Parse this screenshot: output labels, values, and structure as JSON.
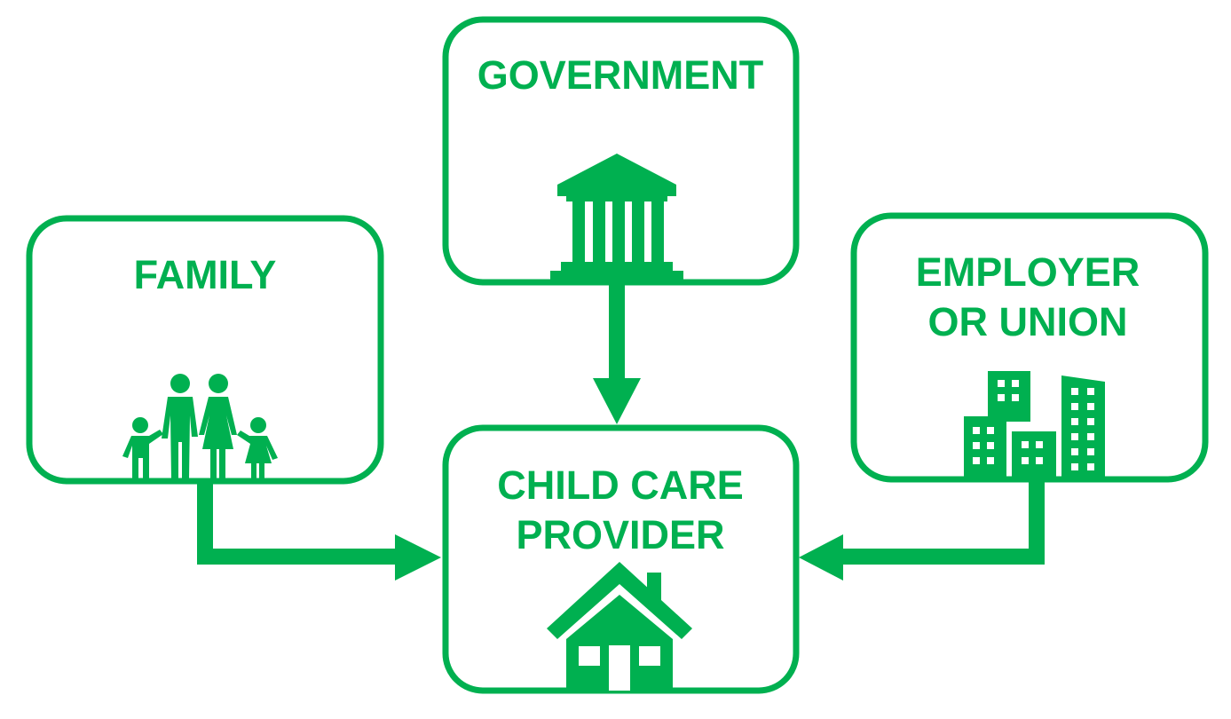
{
  "colors": {
    "accent": "#00b050",
    "background": "#ffffff"
  },
  "nodes": {
    "government": {
      "label": "GOVERNMENT",
      "icon": "government-building-icon"
    },
    "family": {
      "label": "FAMILY",
      "icon": "family-icon"
    },
    "employer": {
      "label_line1": "EMPLOYER",
      "label_line2": "OR UNION",
      "icon": "office-buildings-icon"
    },
    "provider": {
      "label_line1": "CHILD CARE",
      "label_line2": "PROVIDER",
      "icon": "house-icon"
    }
  },
  "edges": [
    {
      "from": "government",
      "to": "provider"
    },
    {
      "from": "family",
      "to": "provider"
    },
    {
      "from": "employer",
      "to": "provider"
    }
  ]
}
